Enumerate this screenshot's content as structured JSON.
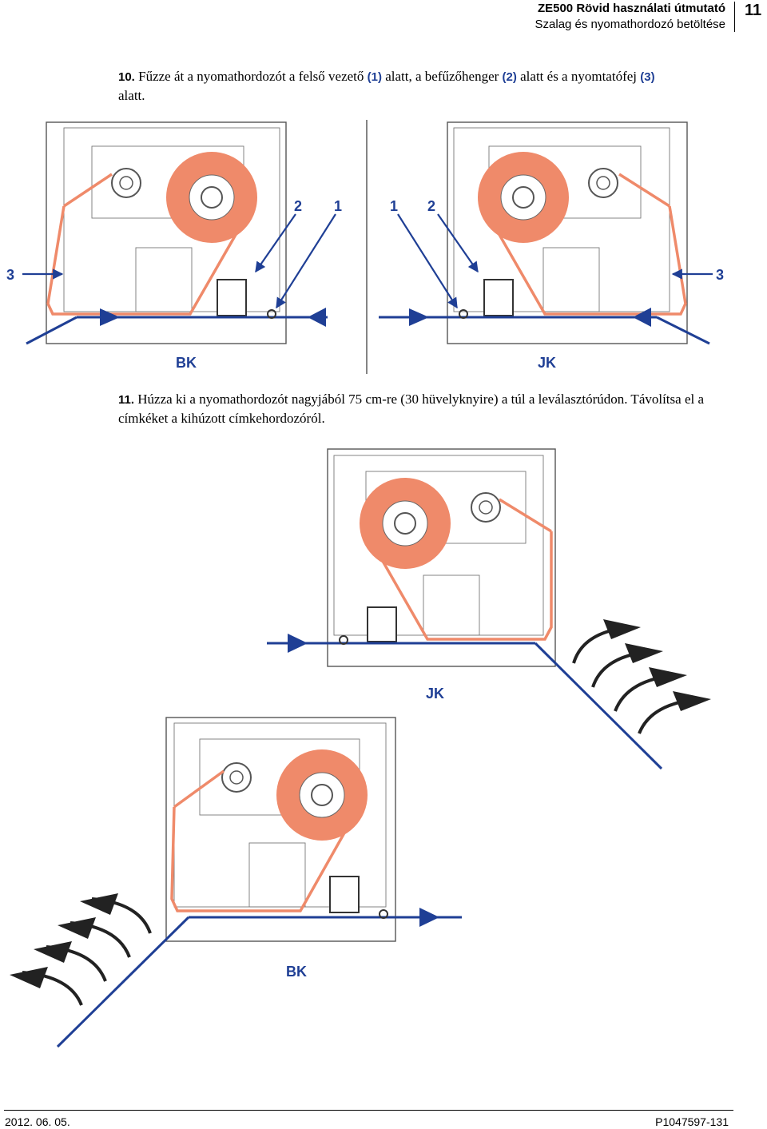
{
  "header": {
    "title": "ZE500 Rövid használati útmutató",
    "subtitle": "Szalag és nyomathordozó betöltése",
    "page_number": "11"
  },
  "step10": {
    "number": "10.",
    "text_a": "Fűzze át a nyomathordozót a felső vezető",
    "ref1": "(1)",
    "text_b": "alatt, a befűzőhenger",
    "ref2": "(2)",
    "text_c": "alatt és a nyomtatófej",
    "ref3": "(3)",
    "text_d": "alatt."
  },
  "figure10": {
    "callout_2_left": "2",
    "callout_1_left": "1",
    "callout_1_right": "1",
    "callout_2_right": "2",
    "callout_3_left": "3",
    "callout_3_right": "3",
    "label_left": "BK",
    "label_right": "JK"
  },
  "step11": {
    "number": "11.",
    "text": "Húzza ki a nyomathordozót nagyjából 75 cm-re (30 hüvelyknyire) a túl a leválasztórúdon. Távolítsa el a címkéket a kihúzott címkehordozóról."
  },
  "figure11": {
    "label_top": "JK",
    "label_bottom": "BK"
  },
  "colors": {
    "ribbon": "#ef8a6a",
    "media_path": "#1f3f95",
    "callout": "#1f3f95"
  },
  "footer": {
    "date": "2012. 06. 05.",
    "doc_id": "P1047597-131"
  }
}
